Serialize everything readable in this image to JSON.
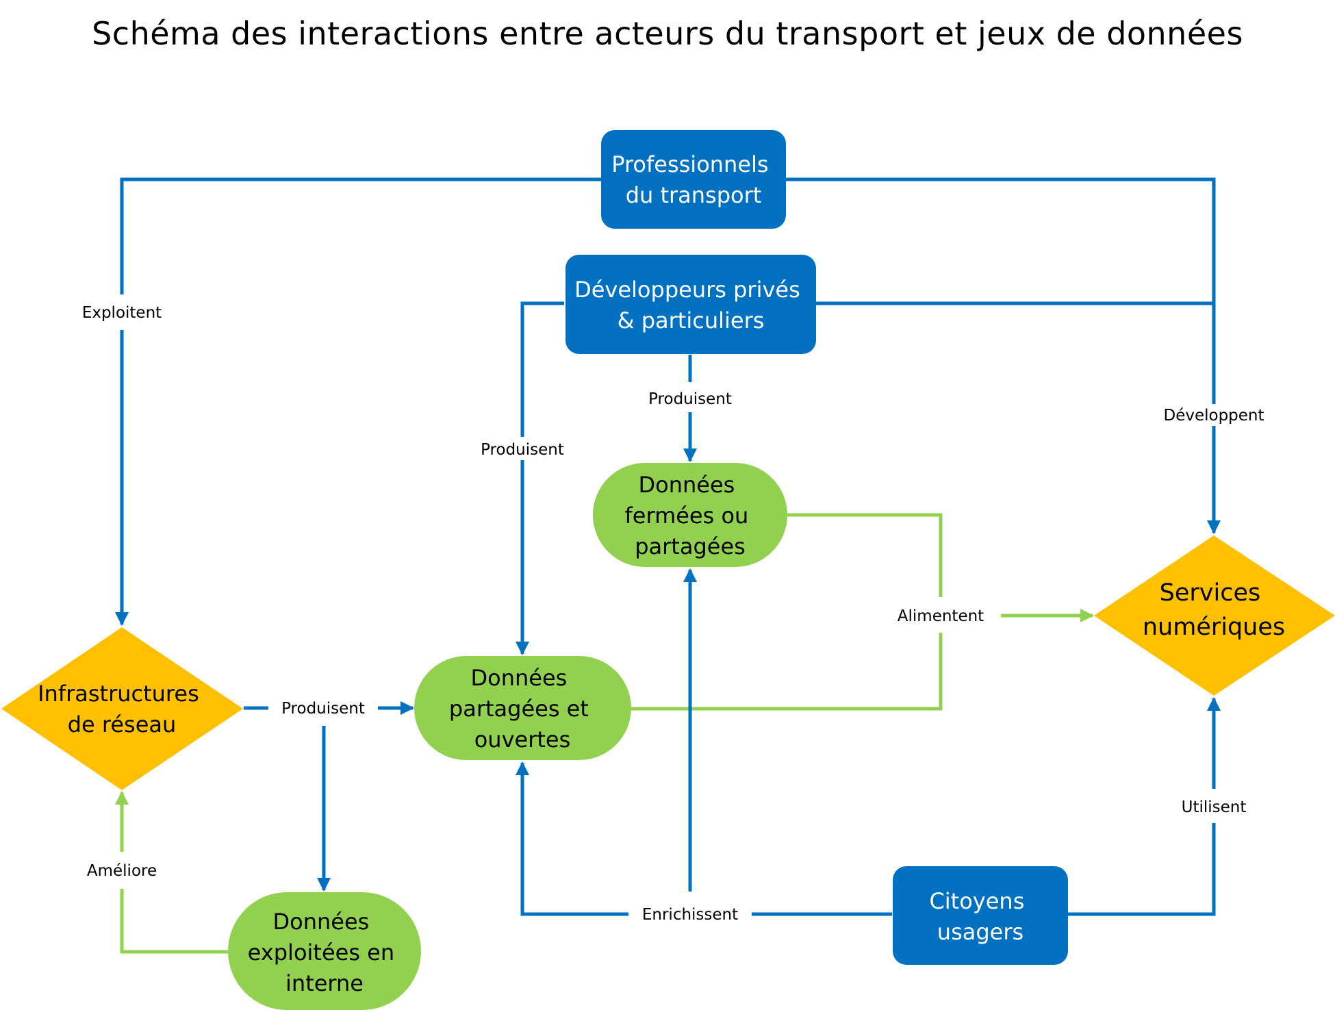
{
  "title": "Schéma des interactions entre acteurs du transport et jeux de données",
  "colors": {
    "actor_fill": "#0070C0",
    "data_fill": "#92D050",
    "service_fill": "#FFC000",
    "blue_line": "#0070C0",
    "green_line": "#92D050",
    "actor_text": "#ffffff",
    "other_text": "#000000"
  },
  "nodes": {
    "pro": {
      "shape": "rounded-rect",
      "kind": "actor",
      "lines": [
        "Professionnels",
        "du transport"
      ]
    },
    "dev": {
      "shape": "rounded-rect",
      "kind": "actor",
      "lines": [
        "Développeurs privés",
        "& particuliers"
      ]
    },
    "cit": {
      "shape": "rounded-rect",
      "kind": "actor",
      "lines": [
        "Citoyens",
        "usagers"
      ]
    },
    "infra": {
      "shape": "diamond",
      "kind": "service",
      "lines": [
        "Infrastructures",
        "de réseau"
      ]
    },
    "serv": {
      "shape": "diamond",
      "kind": "service",
      "lines": [
        "Services",
        "numériques"
      ]
    },
    "fermees": {
      "shape": "stadium",
      "kind": "data",
      "lines": [
        "Données",
        "fermées ou",
        "partagées"
      ]
    },
    "ouvertes": {
      "shape": "stadium",
      "kind": "data",
      "lines": [
        "Données",
        "partagées et",
        "ouvertes"
      ]
    },
    "interne": {
      "shape": "stadium",
      "kind": "data",
      "lines": [
        "Données",
        "exploitées en",
        "interne"
      ]
    }
  },
  "edge_labels": {
    "exploitent": "Exploitent",
    "produisent_dev_fermees": "Produisent",
    "produisent_dev_ouvertes": "Produisent",
    "developpent": "Développent",
    "alimentent": "Alimentent",
    "produisent_infra": "Produisent",
    "ameliore": "Améliore",
    "enrichissent": "Enrichissent",
    "utilisent": "Utilisent"
  }
}
